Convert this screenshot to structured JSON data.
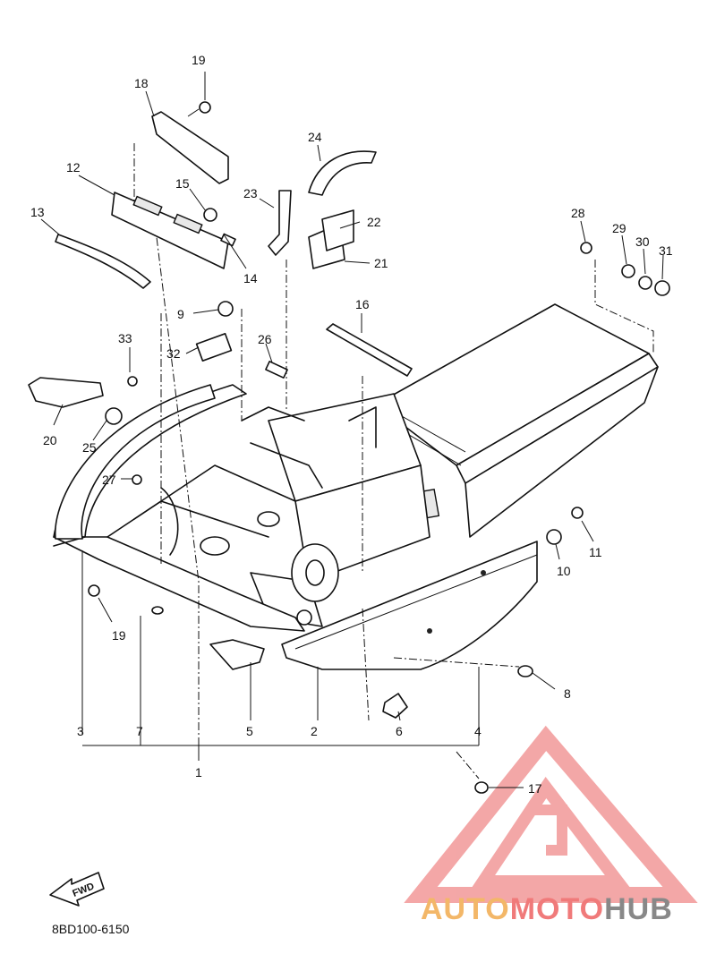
{
  "diagram": {
    "code": "8BD100-6150",
    "fwd_label": "FWD",
    "callouts": [
      "1",
      "2",
      "3",
      "4",
      "5",
      "6",
      "7",
      "8",
      "9",
      "10",
      "11",
      "12",
      "13",
      "14",
      "15",
      "16",
      "17",
      "18",
      "19",
      "19",
      "20",
      "21",
      "22",
      "23",
      "24",
      "25",
      "26",
      "27",
      "28",
      "29",
      "30",
      "31",
      "32",
      "33"
    ]
  },
  "watermark": {
    "brand_part1": "AUTO",
    "brand_part2": "MOTO",
    "brand_part3": "HUB",
    "colors": {
      "part1": "#f3b768",
      "part2": "#f07a7a",
      "part3": "#888888",
      "logo": "#f08a8a"
    }
  }
}
